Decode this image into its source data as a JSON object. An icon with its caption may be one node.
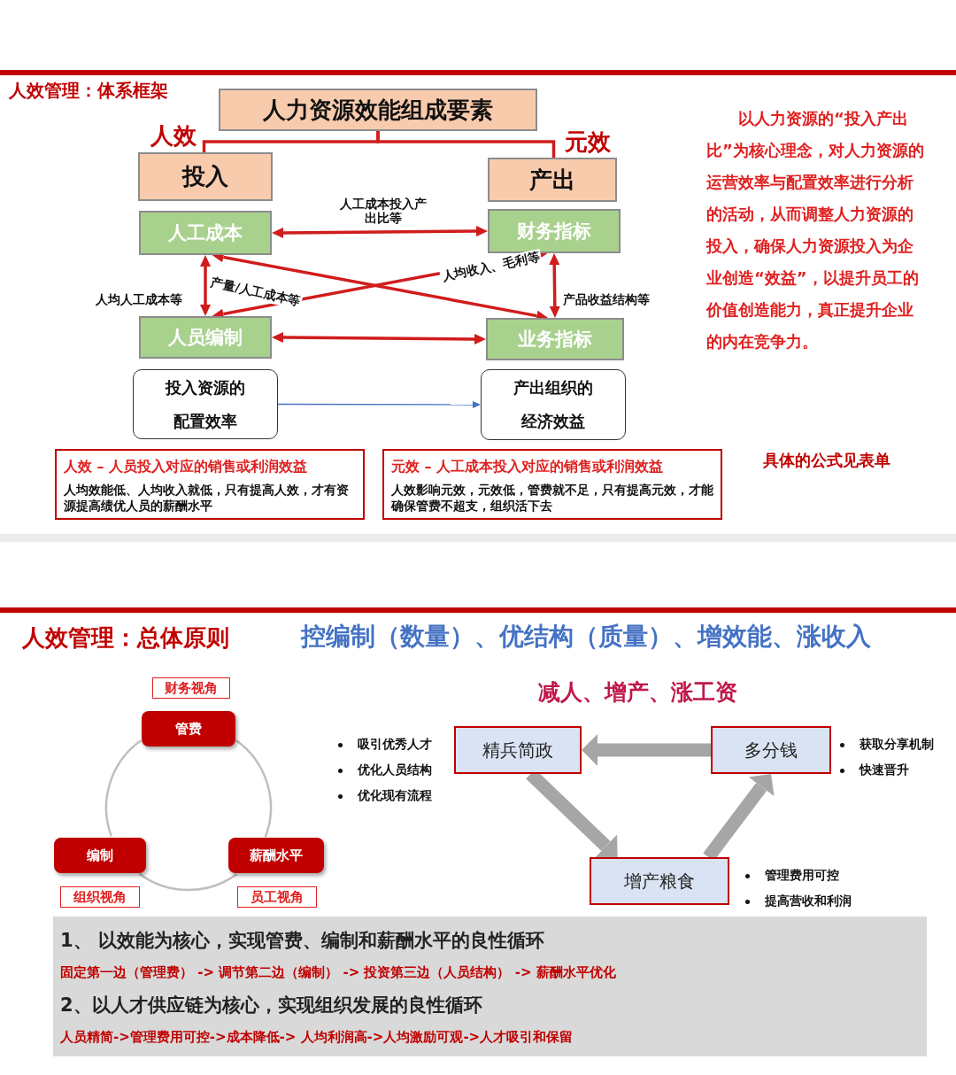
{
  "diagram": {
    "nodes": [
      {
        "text": [
          "人力资源效能组成要素"
        ]
      },
      {
        "text": [
          "投入"
        ],
        "beside": [
          "人效"
        ]
      },
      {
        "text": [
          "产出"
        ],
        "beside": [
          "元效"
        ]
      },
      {
        "text": [
          "人工成本"
        ]
      },
      {
        "text": [
          "财务指标"
        ]
      },
      {
        "text": [
          "人员编制"
        ]
      },
      {
        "text": [
          "业务指标"
        ]
      },
      {
        "text": [
          "投入资源的配置效率"
        ]
      },
      {
        "text": [
          "产出组织的经济效益"
        ]
      },
      {
        "text": [
          "人效 – 人员投入对应的销售或利润效益",
          "人均效能低、人均收入就低，只有提高人效，才有资源提高绩优人员的薪酬水平"
        ]
      },
      {
        "text": [
          "元效 – 人工成本投入对应的销售或利润效益",
          "人效影响元效，元效低，管费就不足，只有提高元效，才能确保管费不超支，组织活下去"
        ]
      },
      {
        "text": [
          "财务视角"
        ]
      },
      {
        "text": [
          "管费"
        ]
      },
      {
        "text": [
          "编制"
        ]
      },
      {
        "text": [
          "薪酬水平"
        ]
      },
      {
        "text": [
          "组织视角"
        ]
      },
      {
        "text": [
          "员工视角"
        ]
      },
      {
        "text": [
          "精兵简政"
        ],
        "beside": [
          "吸引优秀人才",
          "优化人员结构",
          "优化现有流程"
        ]
      },
      {
        "text": [
          "多分钱"
        ],
        "beside": [
          "获取分享机制",
          "快速晋升"
        ]
      },
      {
        "text": [
          "增产粮食"
        ],
        "beside": [
          "管理费用可控",
          "提高营收和利润"
        ]
      },
      {
        "text": [
          "1、 以效能为核心，实现管费、编制和薪酬水平的良性循环",
          "固定第一边（管理费） -> 调节第二边（编制） -> 投资第三边（人员结构） -> 薪酬水平优化",
          "2、以人才供应链为核心，实现组织发展的良性循环",
          "人员精简->管理费用可控->成本降低-> 人均利润高->人均激励可观->人才吸引和保留"
        ]
      }
    ],
    "edges": [
      {
        "from": 0,
        "to": 1,
        "arrow": "none"
      },
      {
        "from": 0,
        "to": 2,
        "arrow": "none"
      },
      {
        "from": 3,
        "to": 4,
        "arrow": "both",
        "label": "人工成本投入产出比等"
      },
      {
        "from": 3,
        "to": 5,
        "arrow": "both",
        "label": "人均人工成本等"
      },
      {
        "from": 4,
        "to": 6,
        "arrow": "both",
        "label": "产品收益结构等"
      },
      {
        "from": 5,
        "to": 6,
        "arrow": "both"
      },
      {
        "from": 3,
        "to": 6,
        "arrow": "both",
        "label": "产量/人工成本等"
      },
      {
        "from": 5,
        "to": 4,
        "arrow": "both",
        "label": "人均收入、毛利等"
      },
      {
        "from": 7,
        "to": 8,
        "arrow": "to",
        "color": "#4472c4"
      },
      {
        "from": 12,
        "to": 14,
        "arrow": "none",
        "color": "#bfbfbf"
      },
      {
        "from": 14,
        "to": 13,
        "arrow": "none",
        "color": "#bfbfbf"
      },
      {
        "from": 13,
        "to": 12,
        "arrow": "none",
        "color": "#bfbfbf"
      },
      {
        "from": 18,
        "to": 17,
        "arrow": "to",
        "style": "thick",
        "color": "#a6a6a6"
      },
      {
        "from": 17,
        "to": 19,
        "arrow": "to",
        "style": "thick",
        "color": "#a6a6a6"
      },
      {
        "from": 19,
        "to": 18,
        "arrow": "to",
        "style": "thick",
        "color": "#a6a6a6"
      }
    ],
    "labels": [
      "人效管理：体系框架",
      "以人力资源的“投入产出比”为核心理念，对人力资源的运营效率与配置效率进行分析的活动，从而调整人力资源的投入，确保人力资源投入为企业创造“效益”，以提升员工的价值创造能力，真正提升企业的内在竞争力。",
      "具体的公式见表单",
      "人效管理：总体原则",
      "控编制（数量）、优结构（质量）、增效能、涨收入",
      "减人、增产、涨工资"
    ]
  }
}
